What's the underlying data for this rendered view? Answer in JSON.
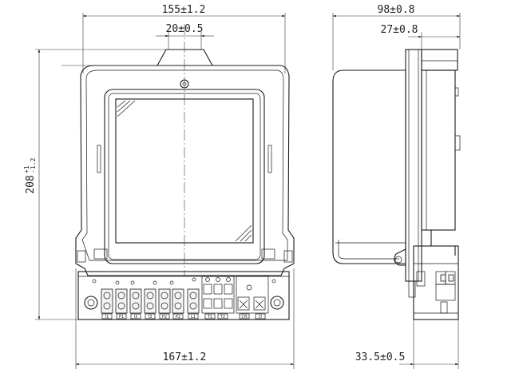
{
  "dimensions": {
    "top_width": "155±1.2",
    "top_notch": "20±0.5",
    "height_value": "208",
    "height_tol_plus": "+1",
    "height_tol_minus": "-1.2",
    "bottom_width": "167±1.2",
    "side_depth": "98±0.8",
    "side_cover": "27±0.8",
    "side_base": "33.5±0.5"
  },
  "terminal_labels": [
    "I1",
    "P1",
    "I3",
    "I3",
    "P2",
    "P2",
    "L1",
    "T1",
    "T2",
    "CN",
    "D"
  ],
  "colors": {
    "line": "#1a1a1a",
    "background": "#ffffff"
  }
}
